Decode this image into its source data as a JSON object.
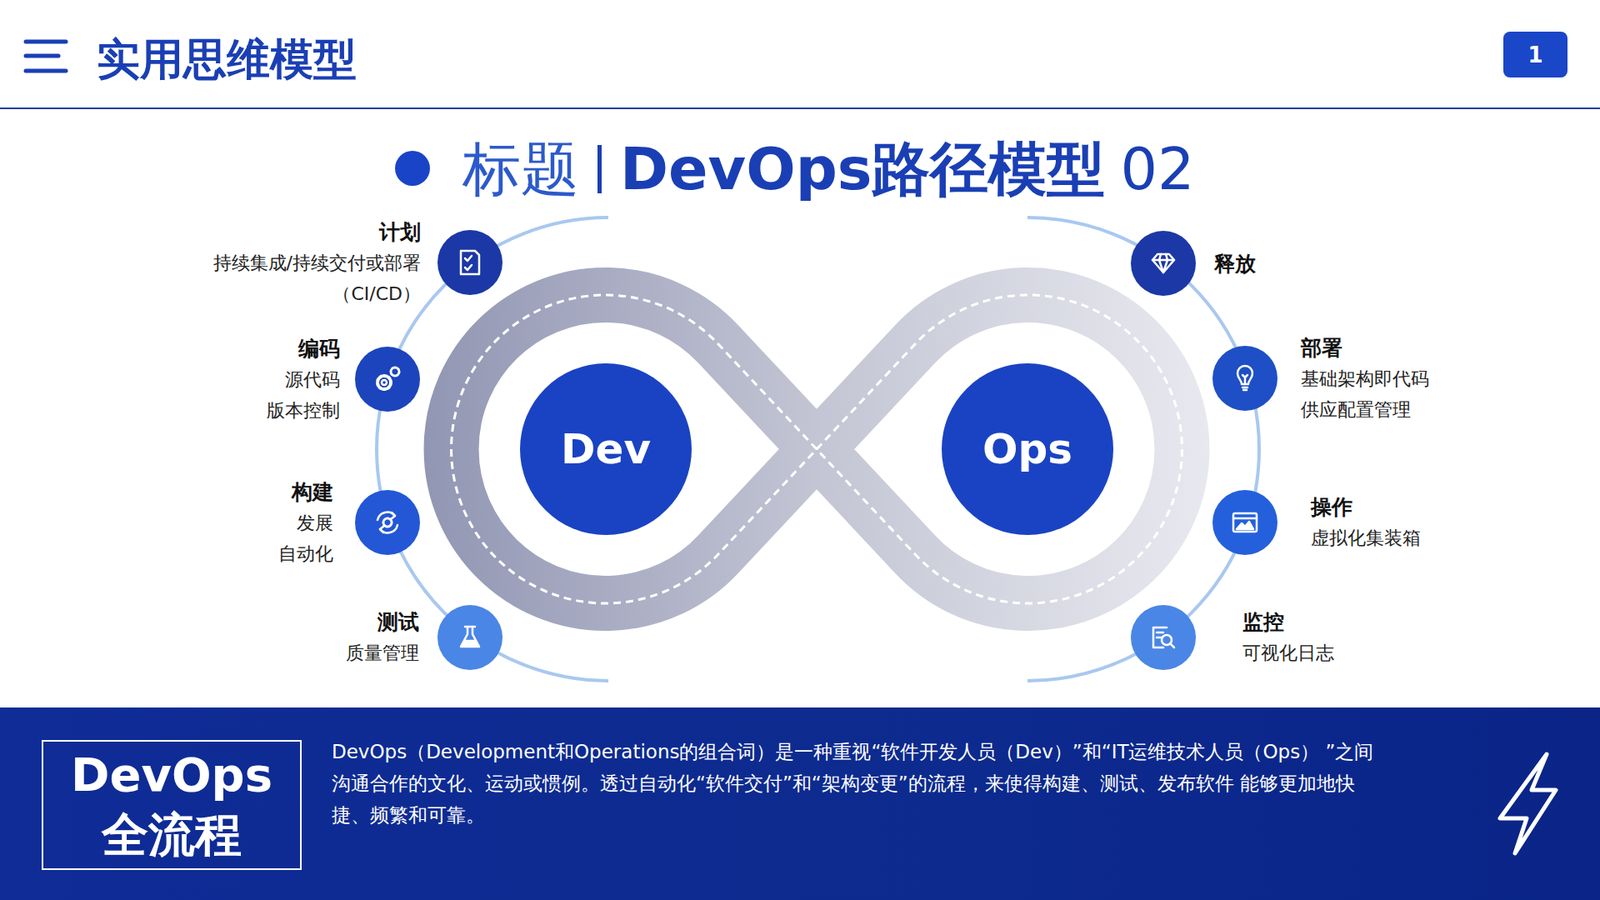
{
  "diagram": {
    "title": "实用思维模型",
    "nodes": [
      {
        "text": [
          "1"
        ]
      },
      {
        "text": [
          "计划",
          "持续集成/持续交付或部署 （CI/CD）"
        ]
      },
      {
        "text": [
          "编码",
          "源代码 版本控制"
        ]
      },
      {
        "text": [
          "构建",
          "发展 自动化"
        ]
      },
      {
        "text": [
          "测试",
          "质量管理"
        ]
      },
      {
        "text": [
          "Dev"
        ]
      },
      {
        "text": [
          "Ops"
        ]
      },
      {
        "text": [
          "释放"
        ]
      },
      {
        "text": [
          "部署",
          "基础架构即代码 供应配置管理"
        ]
      },
      {
        "text": [
          "操作",
          "虚拟化集装箱"
        ]
      },
      {
        "text": [
          "监控",
          "可视化日志"
        ]
      },
      {
        "text": [
          "DevOps（Development和Operations的组合词）是一种重视“软件开发人员（Dev）”和“IT运维技术人员（Ops） ”之间沟通合作的文化、运动或惯例。透过自动化“软件交付”和“架构变更”的流程，来使得构建、测试、发布软件 能够更加地快捷、频繁和可靠。"
        ]
      },
      {
        "text": [
          "DevOps 全流程"
        ],
        "in": 11
      }
    ],
    "labels": [
      "标题",
      "DevOps路径模型",
      "02"
    ]
  }
}
